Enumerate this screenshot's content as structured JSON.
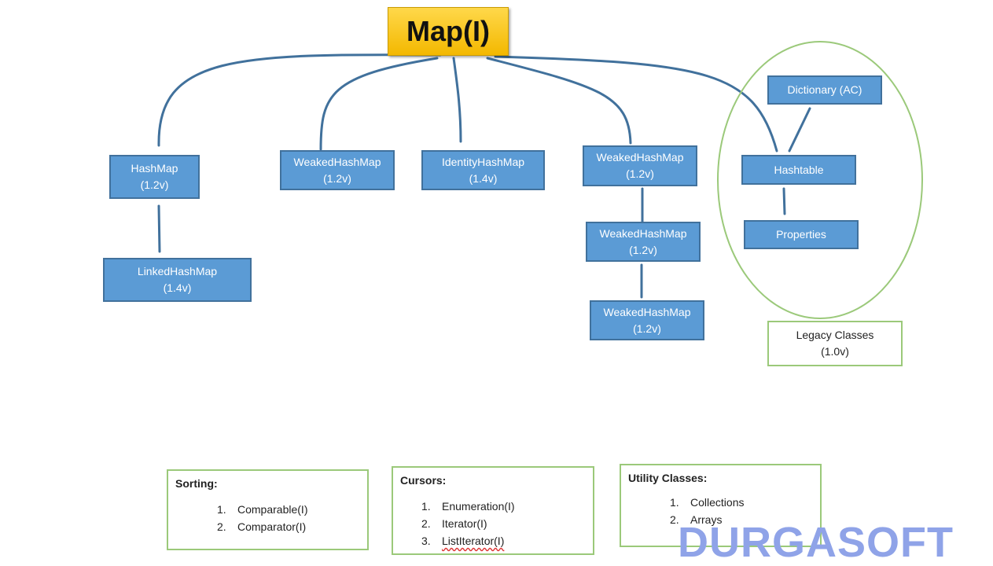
{
  "root": {
    "label": "Map(I)"
  },
  "nodes": {
    "hashmap": {
      "name": "HashMap",
      "version": "(1.2v)"
    },
    "linkedhashmap": {
      "name": "LinkedHashMap",
      "version": "(1.4v)"
    },
    "weakedhashmap_1": {
      "name": "WeakedHashMap",
      "version": "(1.2v)"
    },
    "identityhashmap": {
      "name": "IdentityHashMap",
      "version": "(1.4v)"
    },
    "weakedhashmap_2": {
      "name": "WeakedHashMap",
      "version": "(1.2v)"
    },
    "weakedhashmap_3": {
      "name": "WeakedHashMap",
      "version": "(1.2v)"
    },
    "weakedhashmap_4": {
      "name": "WeakedHashMap",
      "version": "(1.2v)"
    },
    "dictionary": {
      "name": "Dictionary (AC)"
    },
    "hashtable": {
      "name": "Hashtable"
    },
    "properties": {
      "name": "Properties"
    }
  },
  "legacy": {
    "title": "Legacy Classes",
    "version": "(1.0v)"
  },
  "panels": {
    "sorting": {
      "title": "Sorting:",
      "items": [
        {
          "num": "1.",
          "text": "Comparable(I)"
        },
        {
          "num": "2.",
          "text": "Comparator(I)"
        }
      ]
    },
    "cursors": {
      "title": "Cursors:",
      "items": [
        {
          "num": "1.",
          "text": "Enumeration(I)"
        },
        {
          "num": "2.",
          "text": "Iterator(I)"
        },
        {
          "num": "3.",
          "text": "ListIterator(I)"
        }
      ]
    },
    "utility": {
      "title": "Utility Classes:",
      "items": [
        {
          "num": "1.",
          "text": "Collections"
        },
        {
          "num": "2.",
          "text": "Arrays"
        }
      ]
    }
  },
  "watermark": "DURGASOFT",
  "colors": {
    "node_fill": "#5b9bd5",
    "root_fill": "#f3b800",
    "connector": "#41719c",
    "legacy_outline": "#9bc97a"
  }
}
